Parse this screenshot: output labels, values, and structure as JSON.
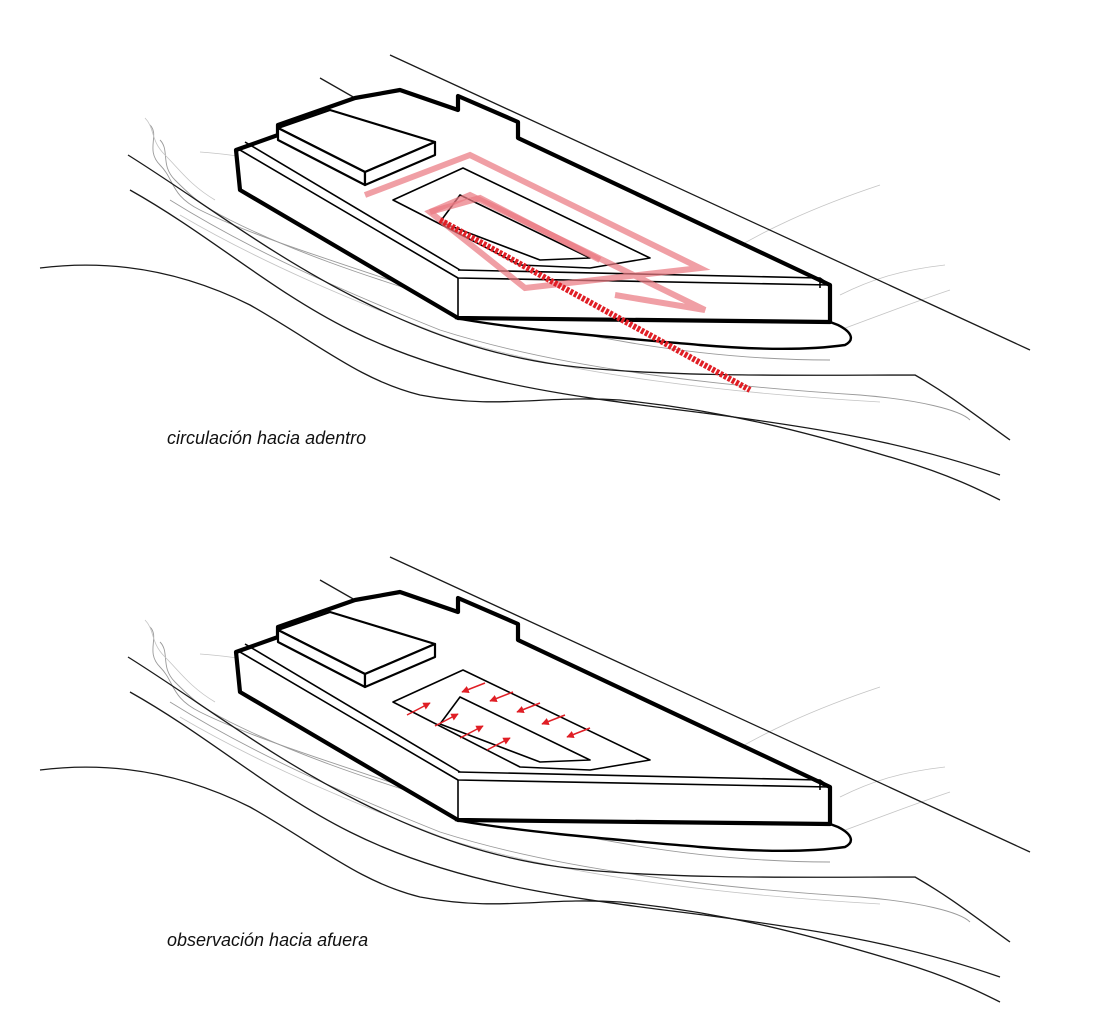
{
  "colors": {
    "accent_red": "#e01e25",
    "circulation_pink": "#ea7a82",
    "line_black": "#000000",
    "terrain_grey": "#9a9a9a"
  },
  "panels": [
    {
      "id": "top",
      "caption": "circulación hacia adentro",
      "mode": "circulation"
    },
    {
      "id": "bottom",
      "caption": "observación hacia afuera",
      "mode": "observation"
    }
  ]
}
